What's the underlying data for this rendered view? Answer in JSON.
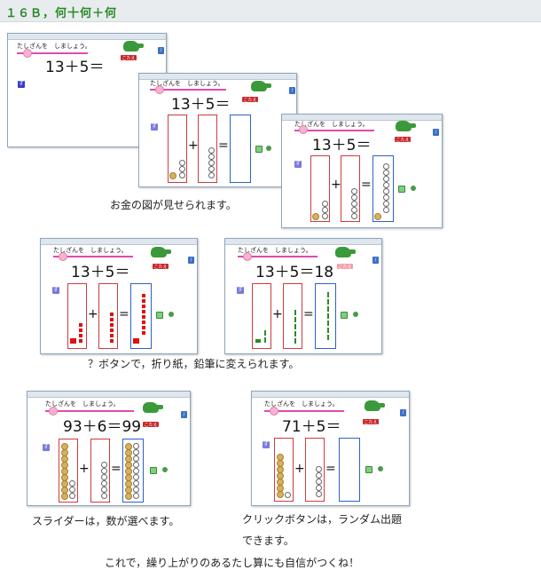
{
  "header": {
    "title": "１６Ｂ，何十何＋何"
  },
  "prompt": "たしざんを　しましょう。",
  "answer_label": "こたえ",
  "q_label": "ず",
  "shots": {
    "s1": {
      "problem": "13＋5＝"
    },
    "s2": {
      "problem": "13＋5＝"
    },
    "s3": {
      "problem": "13＋5＝"
    },
    "s4": {
      "problem": "13＋5＝"
    },
    "s5": {
      "problem": "13＋5＝18"
    },
    "s6": {
      "problem": "93＋6＝99"
    },
    "s7": {
      "problem": "71＋5＝"
    }
  },
  "captions": {
    "c1": "お金の図が見せられます。",
    "c2": "？ボタンで，折り紙，鉛筆に変えられます。",
    "c3": "スライダーは，数が選べます。",
    "c4": "クリックボタンは，ランダム出題",
    "c5": "できます。",
    "c6": "これで，繰り上がりのあるたし算にも自信がつくね！"
  }
}
